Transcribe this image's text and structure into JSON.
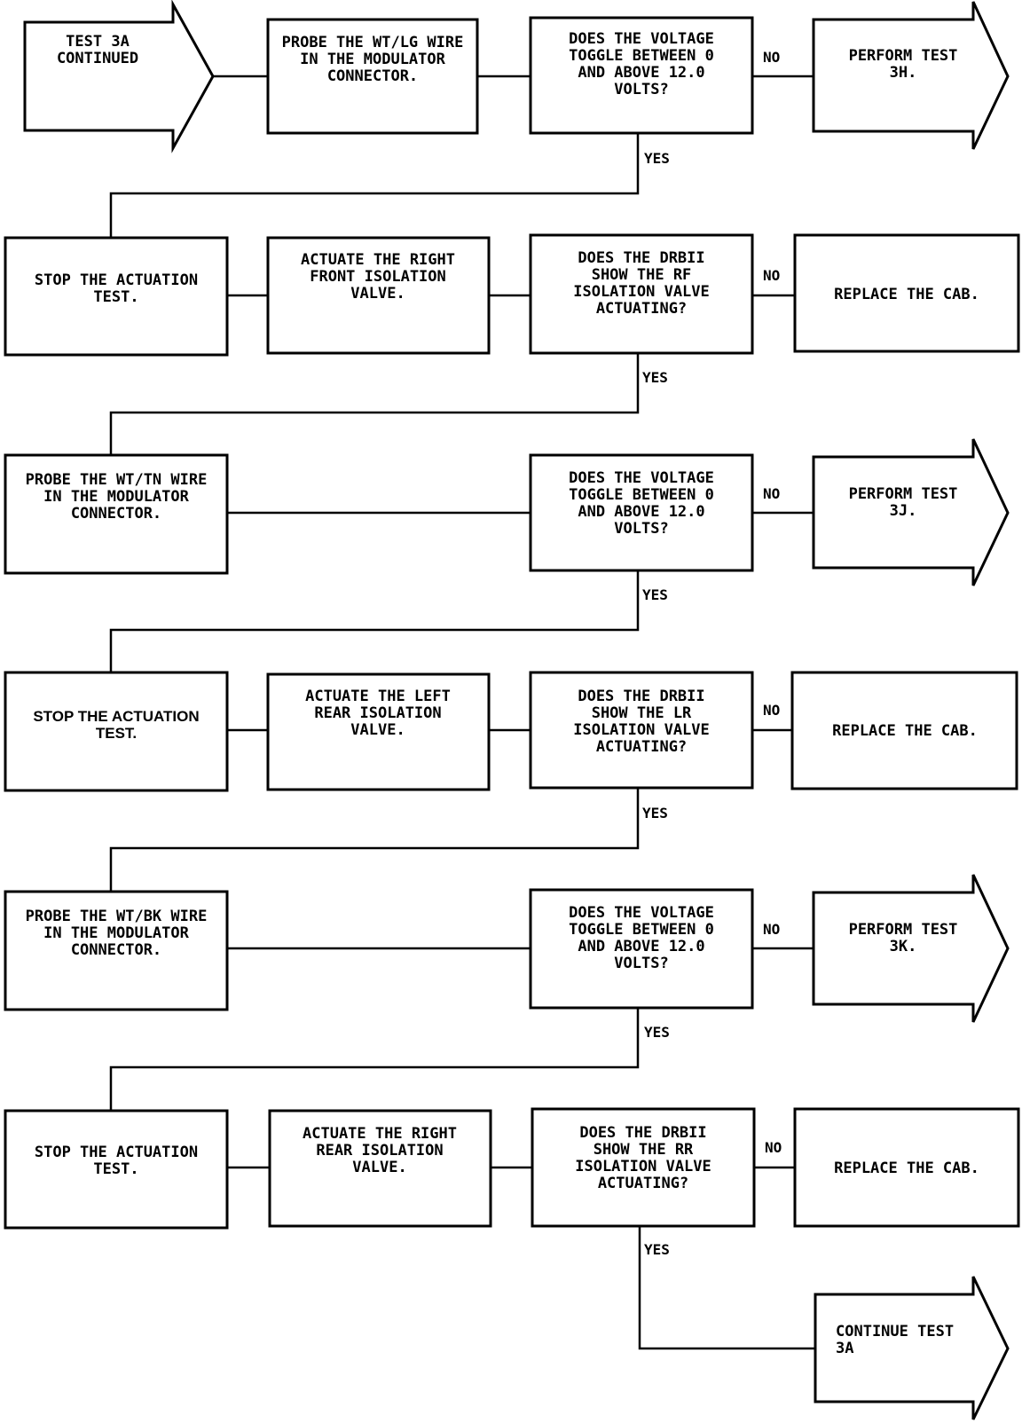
{
  "nodes": {
    "r1_start": {
      "lines": [
        "TEST 3A",
        "CONTINUED"
      ]
    },
    "r1_probe": {
      "lines": [
        "PROBE THE WT/LG WIRE",
        "IN THE MODULATOR",
        "CONNECTOR."
      ]
    },
    "r1_q": {
      "lines": [
        "DOES THE VOLTAGE",
        "TOGGLE BETWEEN 0",
        "AND ABOVE 12.0",
        "VOLTS?"
      ]
    },
    "r1_perform": {
      "lines": [
        "PERFORM TEST",
        "3H."
      ]
    },
    "r2_stop": {
      "lines": [
        "STOP THE ACTUATION",
        "TEST."
      ]
    },
    "r2_actuate": {
      "lines": [
        "ACTUATE THE RIGHT",
        "FRONT ISOLATION",
        "VALVE."
      ]
    },
    "r2_q": {
      "lines": [
        "DOES THE DRBII",
        "SHOW THE RF",
        "ISOLATION VALVE",
        "ACTUATING?"
      ]
    },
    "r2_replace": {
      "lines": [
        "REPLACE THE CAB."
      ]
    },
    "r3_probe": {
      "lines": [
        "PROBE THE WT/TN WIRE",
        "IN THE MODULATOR",
        "CONNECTOR."
      ]
    },
    "r3_q": {
      "lines": [
        "DOES THE VOLTAGE",
        "TOGGLE BETWEEN 0",
        "AND ABOVE 12.0",
        "VOLTS?"
      ]
    },
    "r3_perform": {
      "lines": [
        "PERFORM TEST",
        "3J."
      ]
    },
    "r4_stop": {
      "lines": [
        "STOP THE ACTUATION",
        "TEST."
      ]
    },
    "r4_actuate": {
      "lines": [
        "ACTUATE THE LEFT",
        "REAR ISOLATION",
        "VALVE."
      ]
    },
    "r4_q": {
      "lines": [
        "DOES THE DRBII",
        "SHOW THE LR",
        "ISOLATION VALVE",
        "ACTUATING?"
      ]
    },
    "r4_replace": {
      "lines": [
        "REPLACE THE CAB."
      ]
    },
    "r5_probe": {
      "lines": [
        "PROBE THE WT/BK WIRE",
        "IN THE MODULATOR",
        "CONNECTOR."
      ]
    },
    "r5_q": {
      "lines": [
        "DOES THE VOLTAGE",
        "TOGGLE BETWEEN 0",
        "AND ABOVE 12.0",
        "VOLTS?"
      ]
    },
    "r5_perform": {
      "lines": [
        "PERFORM TEST",
        "3K."
      ]
    },
    "r6_stop": {
      "lines": [
        "STOP THE ACTUATION",
        "TEST."
      ]
    },
    "r6_actuate": {
      "lines": [
        "ACTUATE THE RIGHT",
        "REAR ISOLATION",
        "VALVE."
      ]
    },
    "r6_q": {
      "lines": [
        "DOES THE DRBII",
        "SHOW THE RR",
        "ISOLATION VALVE",
        "ACTUATING?"
      ]
    },
    "r6_replace": {
      "lines": [
        "REPLACE THE CAB."
      ]
    },
    "continue": {
      "lines": [
        "CONTINUE TEST",
        "3A"
      ]
    }
  },
  "labels": {
    "yes": "YES",
    "no": "NO"
  }
}
